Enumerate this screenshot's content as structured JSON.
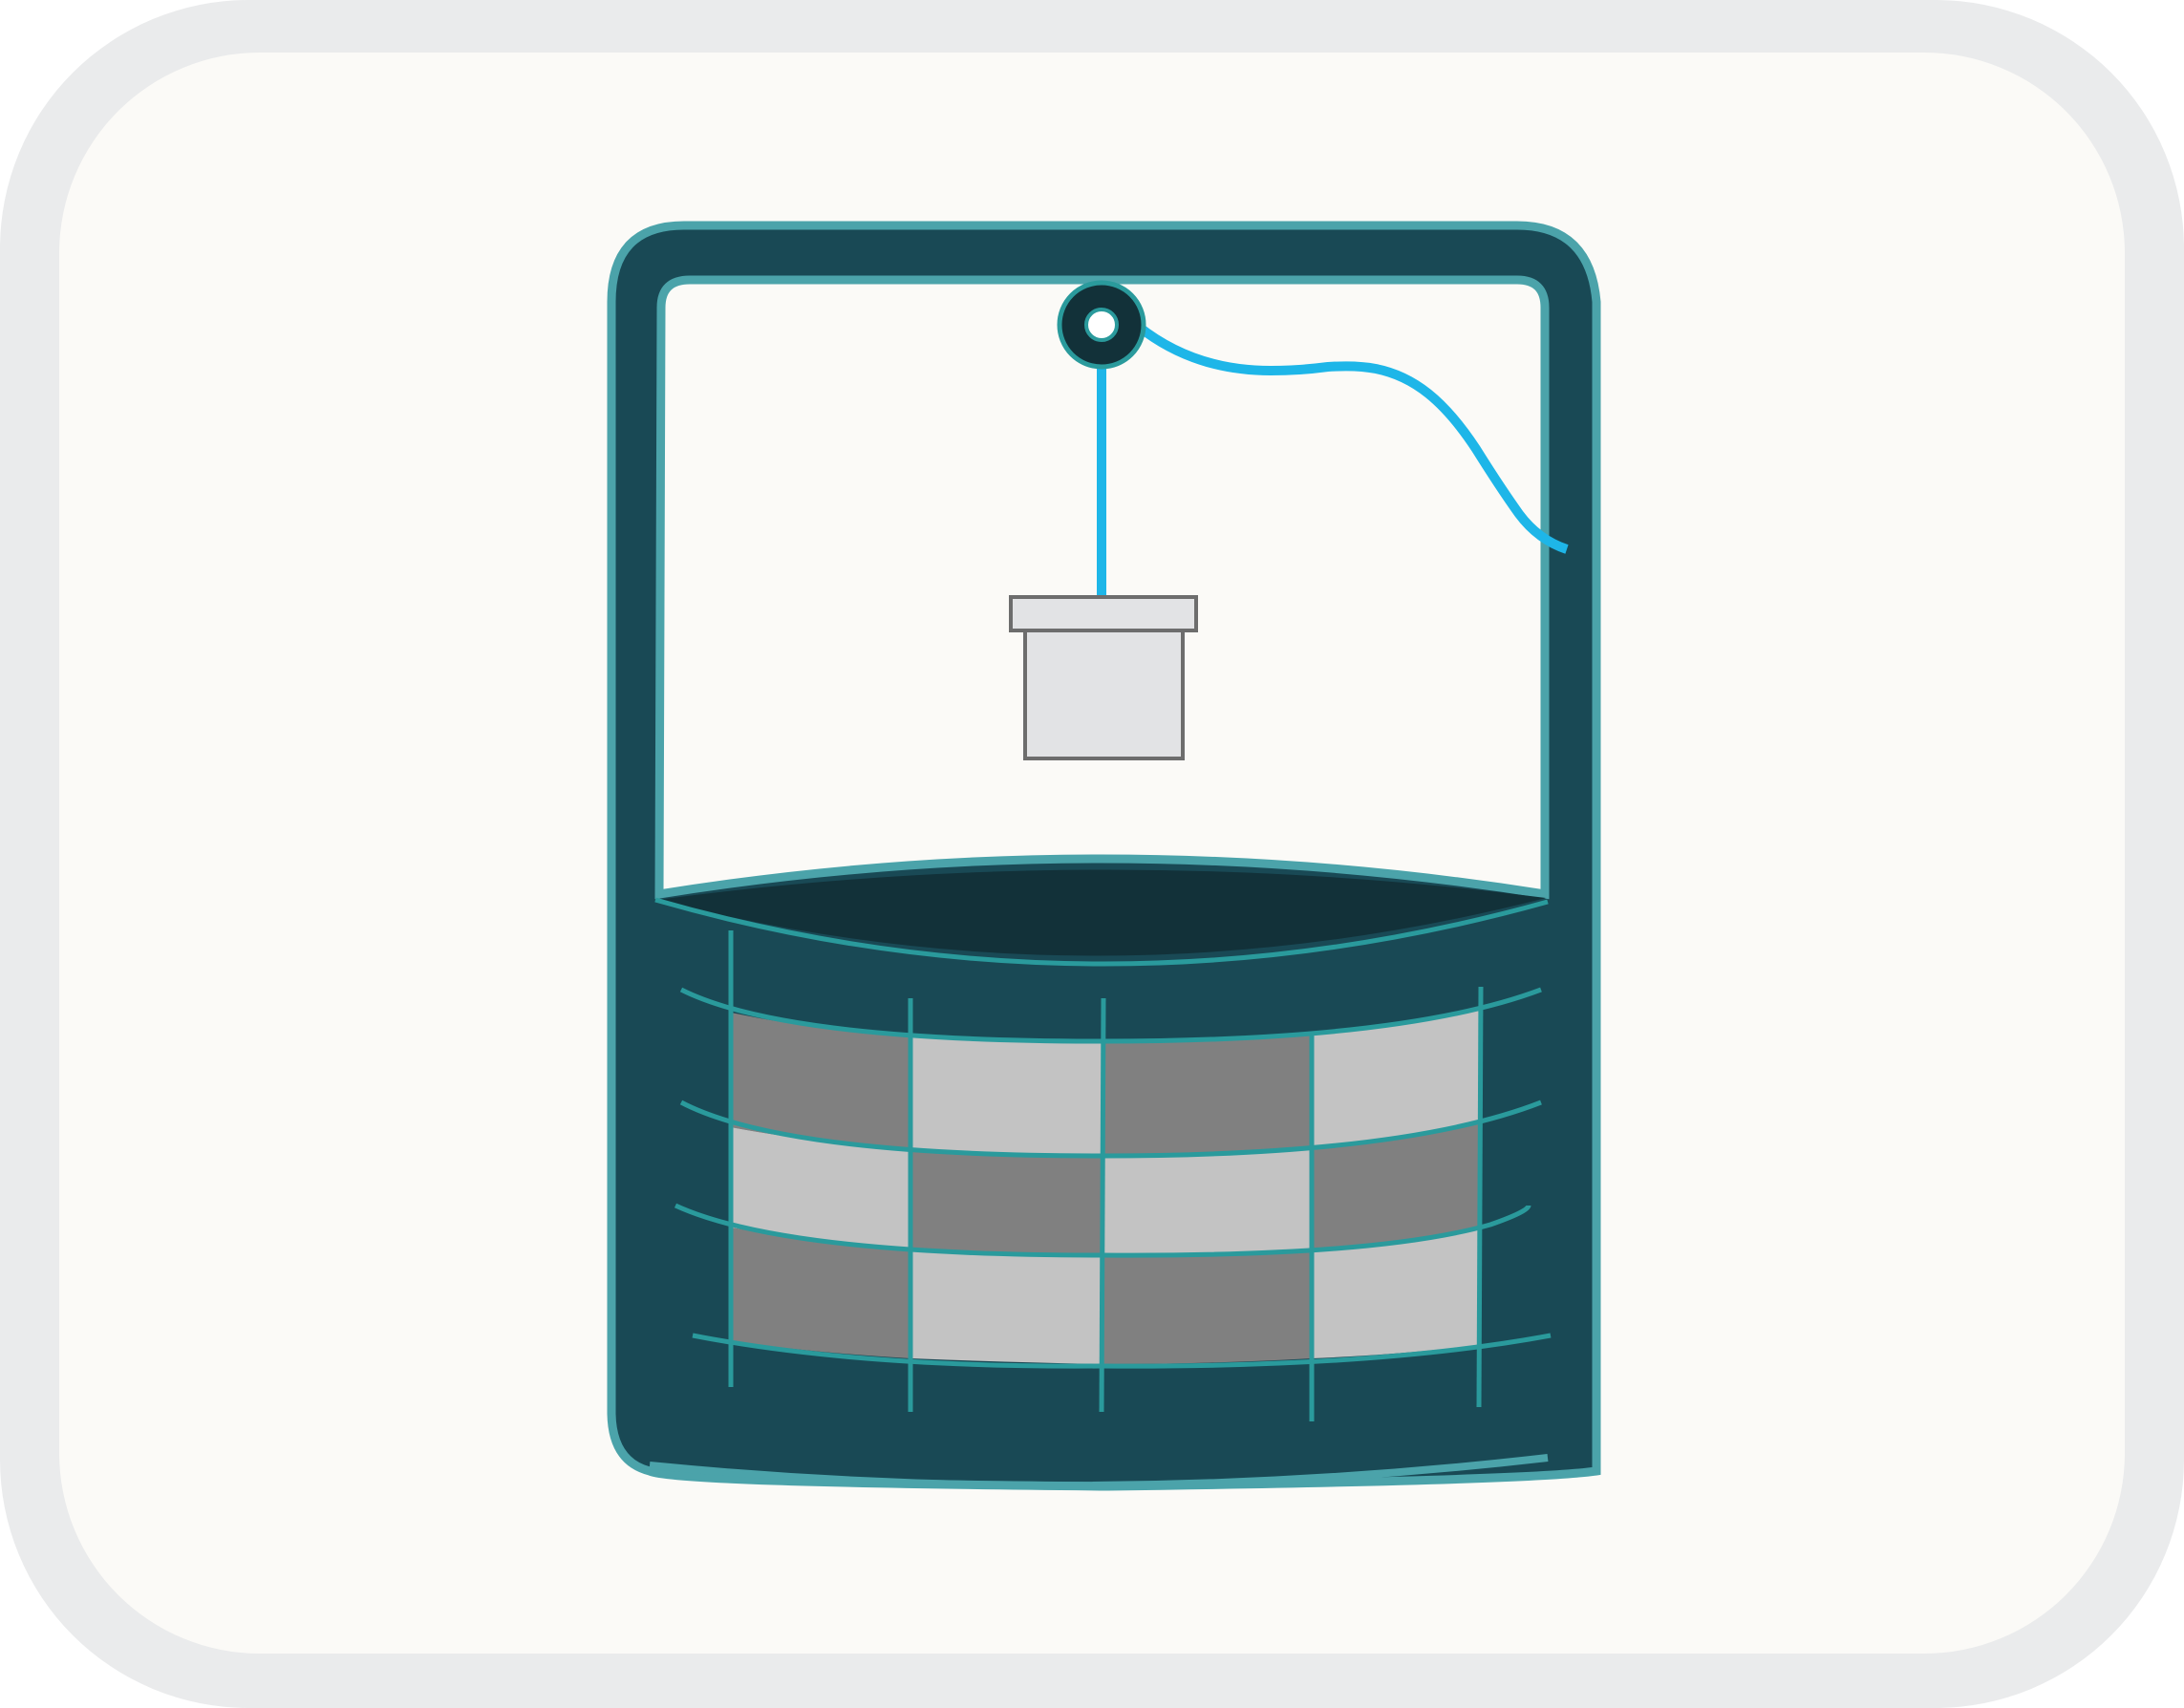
{
  "icon": {
    "name": "water-well-icon",
    "colors": {
      "outer_frame": "#EAEBEC",
      "tile_background": "#FBFAF7",
      "well_body": "#194955",
      "well_outline": "#4BA3AA",
      "well_opening": "#123139",
      "brick_lines": "#2A9A9C",
      "brick_dark": "#808080",
      "brick_light": "#C3C3C3",
      "rope": "#1EB6E8",
      "bucket_fill": "#E2E3E5",
      "bucket_stroke": "#6D6D6D",
      "pulley_fill": "#123139",
      "pulley_hole": "#FFFFFF"
    },
    "brick_pattern": [
      [
        "dark",
        "light",
        "dark",
        "light"
      ],
      [
        "light",
        "dark",
        "light",
        "dark"
      ],
      [
        "dark",
        "light",
        "dark",
        "light"
      ]
    ]
  }
}
